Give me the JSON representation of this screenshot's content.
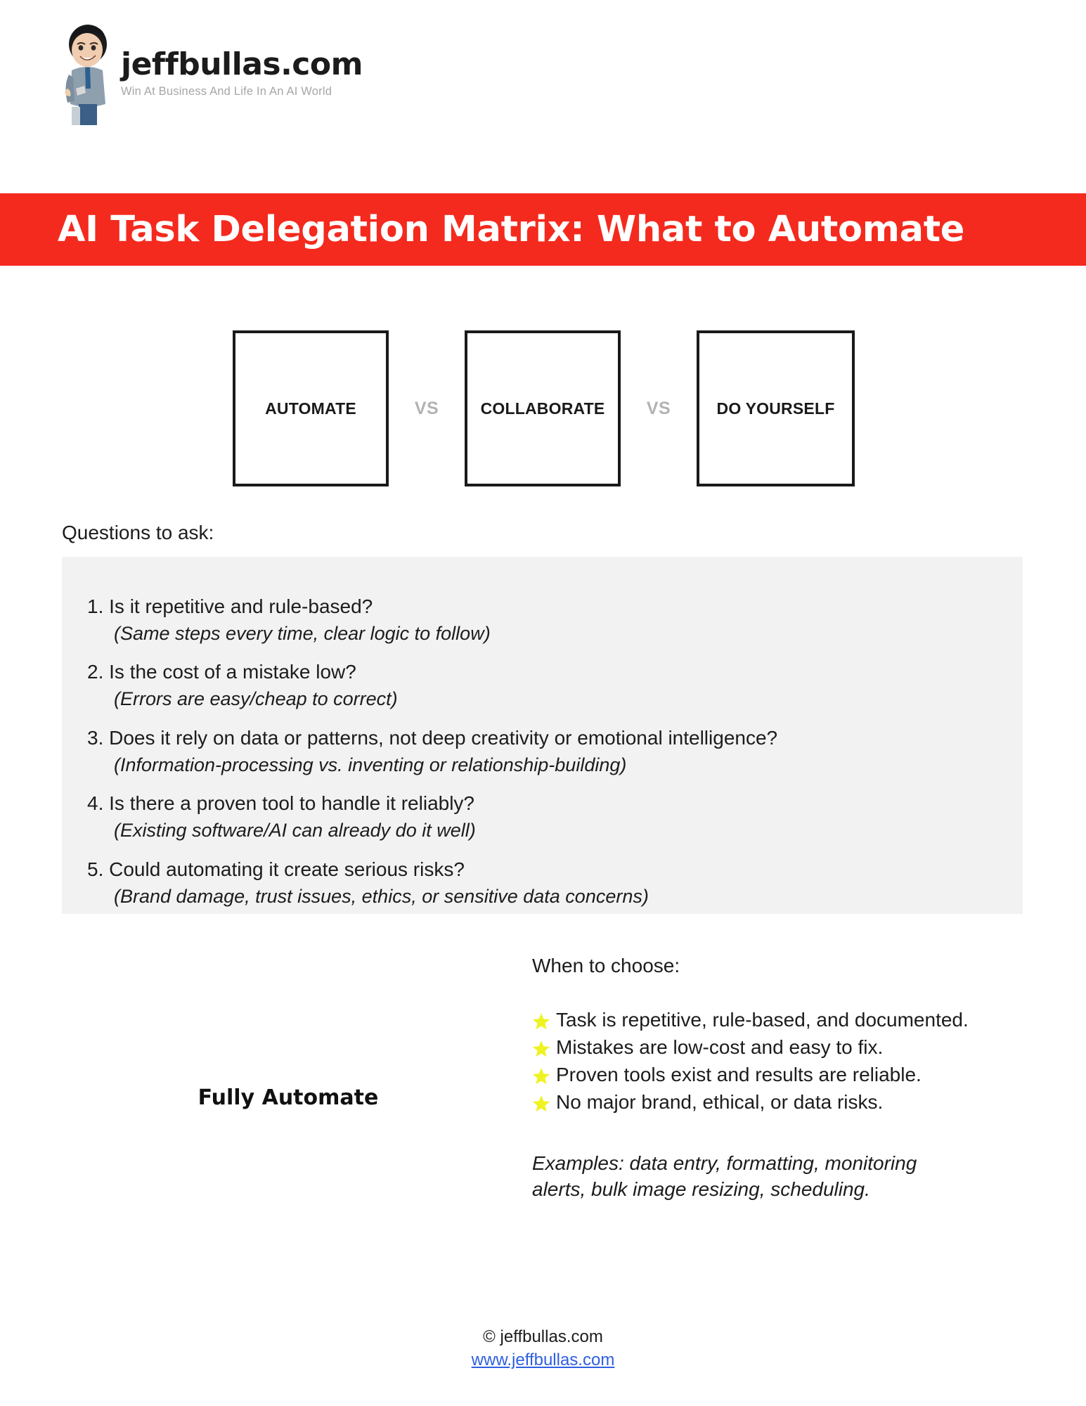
{
  "brand": {
    "wordmark": "jeffbullas.com",
    "tagline": "Win At Business And Life In An AI World",
    "accent_red": "#F42A1E",
    "star_yellow": "#EEF321",
    "link_blue": "#2F5FE0",
    "panel_gray": "#F2F2F2"
  },
  "header": {
    "title": "AI Task Delegation Matrix: What to Automate"
  },
  "modes": {
    "boxes": [
      {
        "label": "AUTOMATE"
      },
      {
        "label": "COLLABORATE"
      },
      {
        "label": "DO YOURSELF"
      }
    ],
    "separator": "VS"
  },
  "questions": {
    "heading": "Questions to ask:",
    "items": [
      {
        "number": "1.",
        "text": "1. Is it repetitive and rule-based?",
        "sub": "(Same steps every time, clear logic to follow)"
      },
      {
        "number": "2.",
        "text": "2. Is the cost of a mistake low?",
        "sub": "(Errors are easy/cheap to correct)"
      },
      {
        "number": "3.",
        "text": "3. Does it rely on data or patterns, not deep creativity or emotional intelligence?",
        "sub": "(Information-processing vs. inventing or relationship-building)"
      },
      {
        "number": "4.",
        "text": "4. Is there a proven tool to handle it reliably?",
        "sub": "(Existing software/AI can already do it well)"
      },
      {
        "number": "5.",
        "text": "5. Could automating it create serious risks?",
        "sub": "(Brand damage, trust issues, ethics, or sensitive data concerns)"
      }
    ]
  },
  "decision": {
    "label": "Fully Automate",
    "when_heading": "When to choose:",
    "criteria": [
      "Task is repetitive, rule-based, and  documented.",
      "Mistakes are low-cost and easy to fix.",
      "Proven tools exist and results are reliable.",
      "No major brand, ethical, or data risks."
    ],
    "examples": "Examples: data entry, formatting, monitoring alerts, bulk image resizing, scheduling."
  },
  "footer": {
    "copyright": "© jeffbullas.com",
    "url": "www.jeffbullas.com"
  }
}
